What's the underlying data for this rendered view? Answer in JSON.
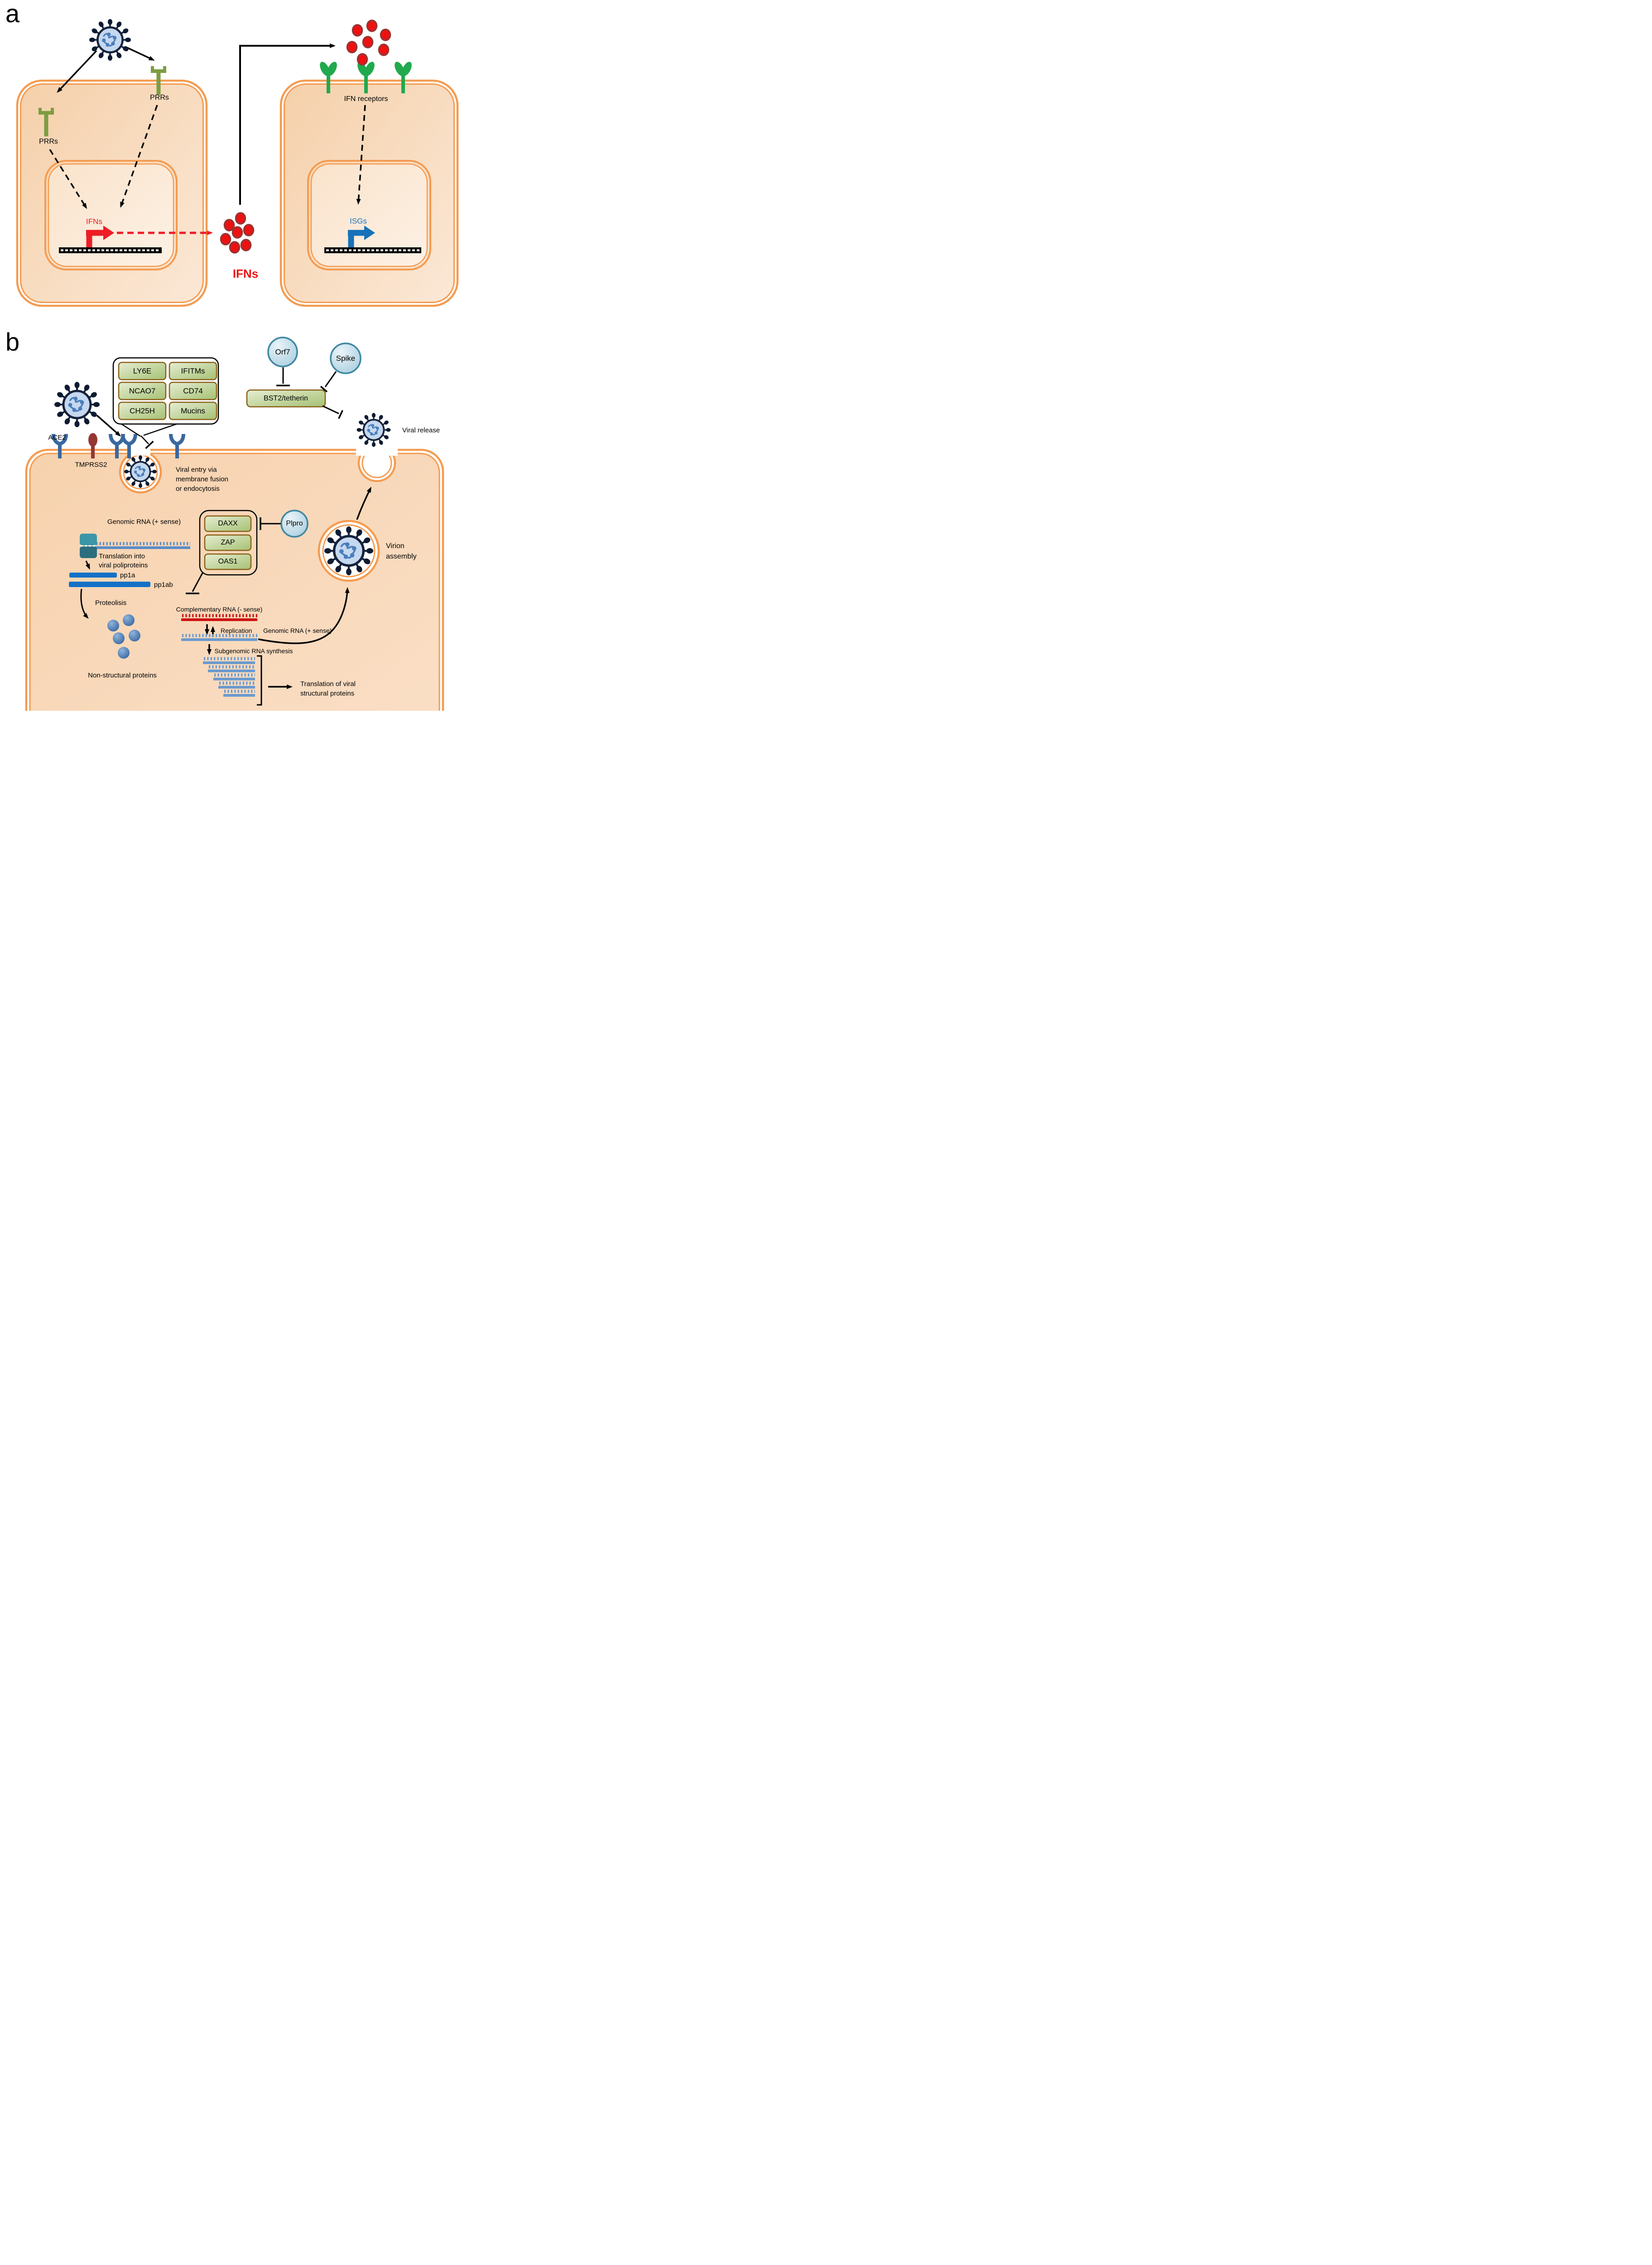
{
  "figure": {
    "panel_a": {
      "label": "a",
      "prrs_top": "PRRs",
      "prrs_left": "PRRs",
      "ifns_gene": "IFNs",
      "ifns_secreted": "IFNs",
      "ifn_receptors": "IFN receptors",
      "isgs_gene": "ISGs"
    },
    "panel_b": {
      "label": "b",
      "entry_isgs": [
        "LY6E",
        "IFITMs",
        "NCAO7",
        "CD74",
        "CH25H",
        "Mucins"
      ],
      "orf7": "Orf7",
      "spike": "Spike",
      "bst2_tetherin": "BST2/tetherin",
      "viral_release": "Viral release",
      "ace2": "ACE2",
      "tmprss2": "TMPRSS2",
      "viral_entry_line1": "Viral entry via",
      "viral_entry_line2": "membrane fusion",
      "viral_entry_line3": "or endocytosis",
      "genomic_rna_plus": "Genomic RNA (+ sense)",
      "translation_line1": "Translation into",
      "translation_line2": "viral poliproteins",
      "pp1a": "pp1a",
      "pp1ab": "pp1ab",
      "proteolisis": "Proteolisis",
      "nonstructural": "Non-structural proteins",
      "antiviral_isgs": [
        "DAXX",
        "ZAP",
        "OAS1"
      ],
      "plpro": "Plpro",
      "complementary_rna": "Complementary RNA (- sense)",
      "replication": "Replication",
      "genomic_rna_plus_2": "Genomic RNA (+ sense)",
      "subgenomic": "Subgenomic RNA synthesis",
      "translation_structural_line1": "Translation of viral",
      "translation_structural_line2": "structural proteins",
      "virion_assembly_line1": "Virion",
      "virion_assembly_line2": "assembly"
    },
    "colors": {
      "membrane_orange": "#F59B50",
      "cell_fill": "#F7D2AE",
      "ifn_red": "#EE1C25",
      "isg_blue": "#1672B9",
      "ifn_receptor_green": "#21A94D",
      "prr_olive": "#7C9D42",
      "isg_box_green": "#A6C174",
      "isg_box_border": "#8A5F17",
      "virus_navy": "#16233C",
      "virus_body_blue": "#C5D8EF",
      "rna_blue": "#6B9ACE",
      "rna_red": "#CC1111",
      "polyprotein_blue": "#1471C8",
      "ace2_blue": "#3A689E",
      "tmprss2_red": "#943634",
      "viral_protein_oval": "#A3CBDD"
    }
  }
}
